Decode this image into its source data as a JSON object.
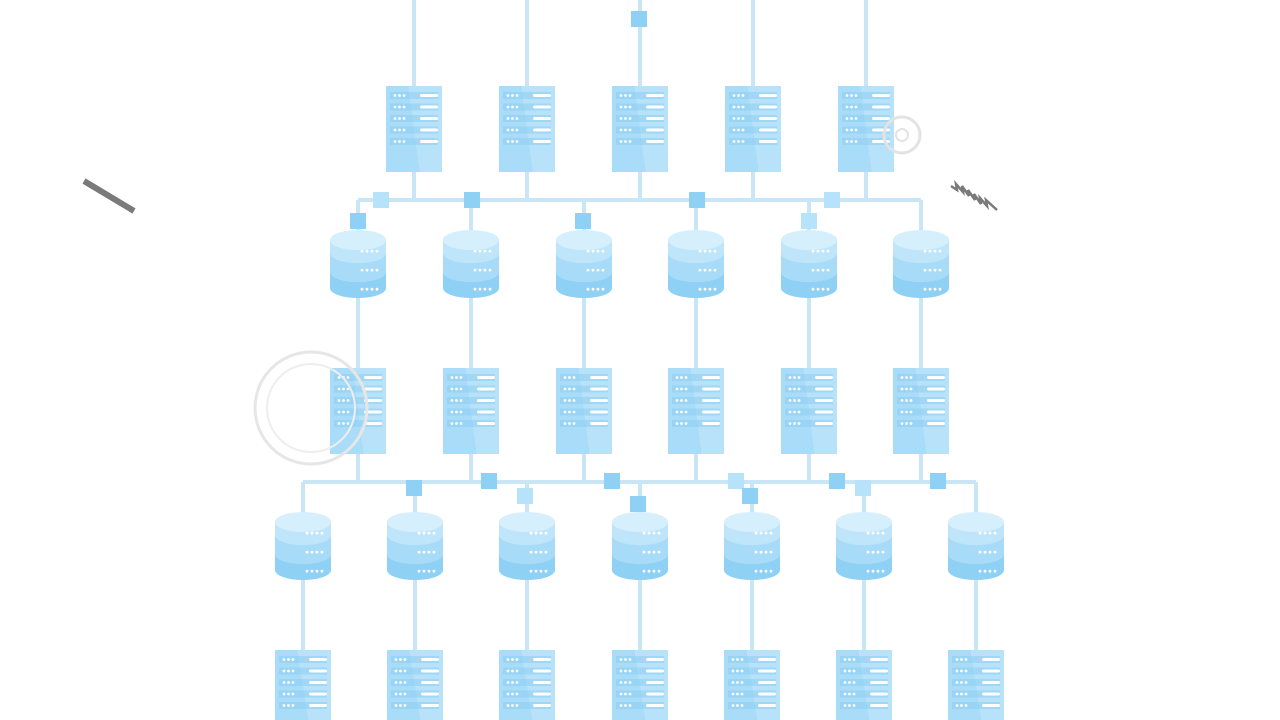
{
  "diagram": {
    "type": "server-database-network",
    "colors": {
      "background": "#ffffff",
      "server": "#a9dcf8",
      "database": "#b5e1fa",
      "connector": "#c8e6f6",
      "node": "#8fd0f5",
      "decoration": "#7a7a7a"
    },
    "rows": [
      {
        "kind": "server",
        "count": 5
      },
      {
        "kind": "database",
        "count": 6
      },
      {
        "kind": "server",
        "count": 6
      },
      {
        "kind": "database",
        "count": 7
      },
      {
        "kind": "server",
        "count": 7
      }
    ],
    "icons": {
      "server": "server-icon",
      "database": "database-icon",
      "node": "connector-node-icon",
      "slash": "slash-decoration-icon",
      "zigzag": "zigzag-decoration-icon",
      "ring": "ring-decoration-icon"
    }
  }
}
